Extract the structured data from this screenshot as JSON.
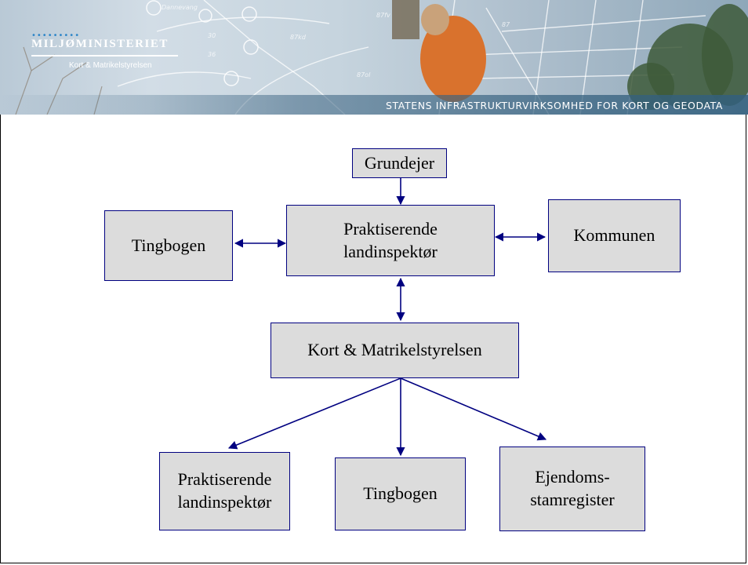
{
  "header": {
    "logo_title": "MILJØMINISTERIET",
    "logo_subtitle": "Kort & Matrikelstyrelsen",
    "tagline": "STATENS INFRASTRUKTURVIRKSOMHED FOR KORT OG GEODATA",
    "map_labels": [
      "Dannevang",
      "30",
      "87kd",
      "87fv",
      "87ol",
      "36",
      "87"
    ]
  },
  "diagram": {
    "nodes": {
      "grundejer": "Grundejer",
      "tingbogen_left": "Tingbogen",
      "praktiserende_top": "Praktiserende landinspektør",
      "kommunen": "Kommunen",
      "kms": "Kort & Matrikelstyrelsen",
      "praktiserende_bottom": "Praktiserende landinspektør",
      "tingbogen_bottom": "Tingbogen",
      "ejendoms_line1": "Ejendoms-",
      "ejendoms_line2": "stamregister"
    },
    "edges": [
      {
        "from": "grundejer",
        "to": "praktiserende_top",
        "direction": "forward"
      },
      {
        "from": "tingbogen_left",
        "to": "praktiserende_top",
        "direction": "both"
      },
      {
        "from": "praktiserende_top",
        "to": "kommunen",
        "direction": "both"
      },
      {
        "from": "praktiserende_top",
        "to": "kms",
        "direction": "both"
      },
      {
        "from": "kms",
        "to": "praktiserende_bottom",
        "direction": "forward"
      },
      {
        "from": "kms",
        "to": "tingbogen_bottom",
        "direction": "forward"
      },
      {
        "from": "kms",
        "to": "ejendoms",
        "direction": "forward"
      }
    ]
  },
  "colors": {
    "box_fill": "#dcdcdc",
    "box_border": "#000080",
    "arrow": "#000080",
    "logo_dots": "#2e86c8"
  }
}
